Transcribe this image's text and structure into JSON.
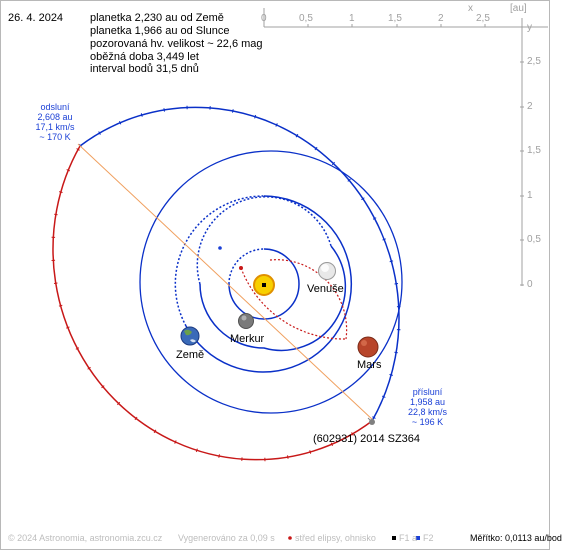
{
  "date": "26. 4. 2024",
  "info_lines": [
    "planetka 2,230 au od Země",
    "planetka 1,966 au od Slunce",
    "pozorovaná hv. velikost ~ 22,6 mag",
    "oběžná doba 3,449 let",
    "interval bodů 31,5 dnů"
  ],
  "top_axis": {
    "ticks": [
      "0",
      "0,5",
      "1",
      "1,5",
      "2",
      "2,5"
    ],
    "x_symbol": "x",
    "unit": "[au]"
  },
  "side_axis": {
    "ticks": [
      "2,5",
      "2",
      "1,5",
      "1",
      "0,5",
      "0"
    ],
    "y_symbol": "y"
  },
  "bodies": {
    "venus": "Venuše",
    "mercury": "Merkur",
    "earth": "Země",
    "mars": "Mars",
    "asteroid": "(602931) 2014 SZ364"
  },
  "perihelion": [
    "přísluní",
    "1,958 au",
    "22,8 km/s",
    "~ 196 K"
  ],
  "aphelion": [
    "odsluní",
    "2,608 au",
    "17,1 km/s",
    "~ 170 K"
  ],
  "footer": {
    "copyright": "© 2024 Astronomia, astronomia.zcu.cz",
    "generated": "Vygenerováno za 0,09 s",
    "legend_center": "střed elipsy, ohnisko",
    "legend_f1": "F1 a",
    "legend_f2": "F2",
    "scale": "Měřítko: 0,0113 au/bod"
  },
  "colors": {
    "orbit_blue": "#0a30c8",
    "asteroid_red": "#c81818",
    "text_blue": "#1a3fd6",
    "axis_gray": "#a0a0a0"
  }
}
